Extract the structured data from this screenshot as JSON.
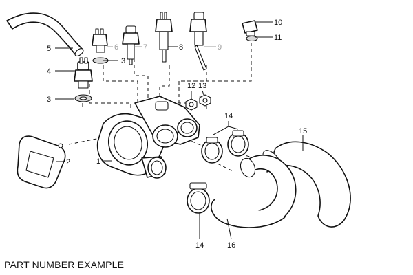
{
  "caption": "PART NUMBER EXAMPLE",
  "callouts": [
    {
      "id": "1",
      "label": "1"
    },
    {
      "id": "2",
      "label": "2"
    },
    {
      "id": "3a",
      "label": "3"
    },
    {
      "id": "3b",
      "label": "3"
    },
    {
      "id": "4",
      "label": "4"
    },
    {
      "id": "5",
      "label": "5"
    },
    {
      "id": "6",
      "label": "6",
      "style": "grey"
    },
    {
      "id": "7",
      "label": "7",
      "style": "grey"
    },
    {
      "id": "8",
      "label": "8"
    },
    {
      "id": "9",
      "label": "9",
      "style": "grey"
    },
    {
      "id": "10",
      "label": "10"
    },
    {
      "id": "11",
      "label": "11"
    },
    {
      "id": "12",
      "label": "12"
    },
    {
      "id": "13",
      "label": "13"
    },
    {
      "id": "14a",
      "label": "14"
    },
    {
      "id": "14b",
      "label": "14"
    },
    {
      "id": "15",
      "label": "15"
    },
    {
      "id": "16",
      "label": "16"
    }
  ],
  "colors": {
    "line": "#111111",
    "faded": "#9a9a9a",
    "background": "#ffffff"
  }
}
